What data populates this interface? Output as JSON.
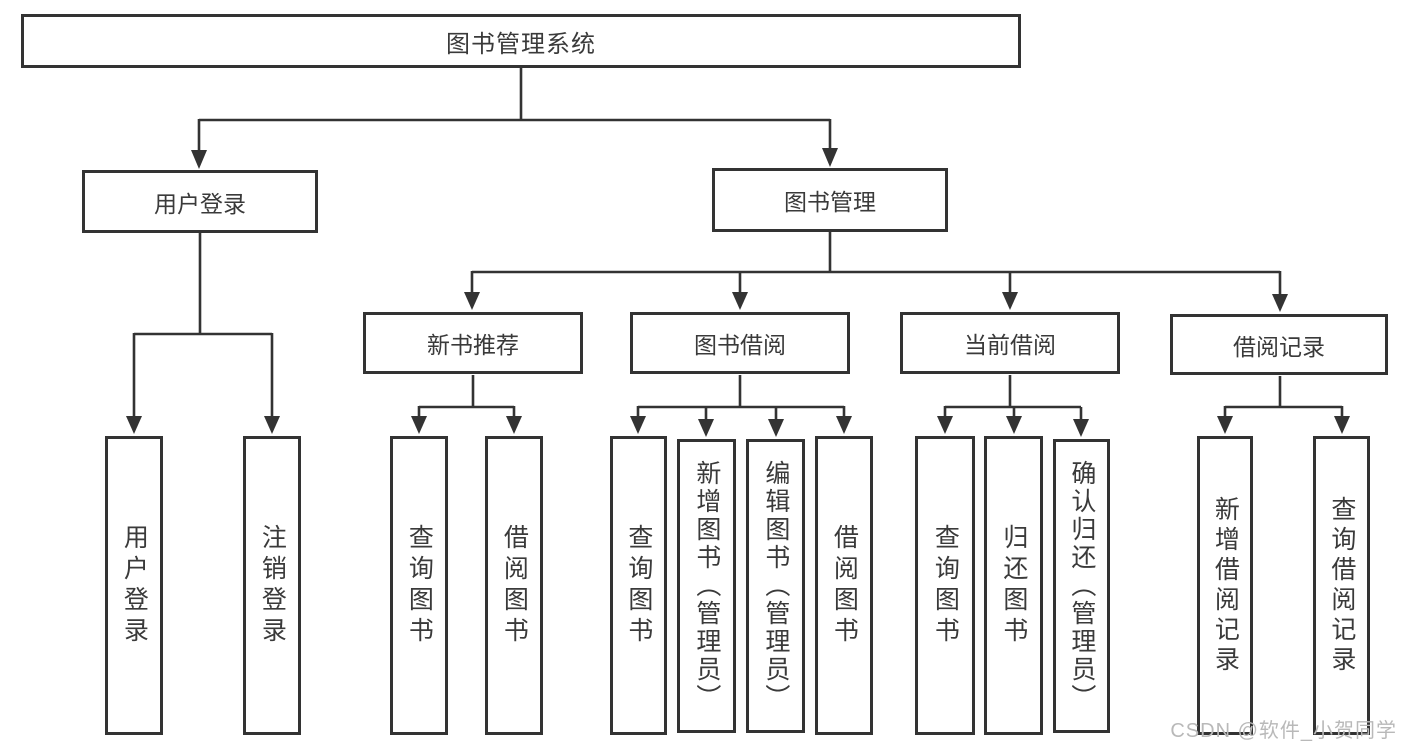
{
  "diagram": {
    "title": "图书管理系统",
    "level2": {
      "user_login": "用户登录",
      "book_mgmt": "图书管理"
    },
    "level3": {
      "new_book_rec": "新书推荐",
      "book_borrow": "图书借阅",
      "current_borrow": "当前借阅",
      "borrow_records": "借阅记录"
    },
    "leaves": {
      "user_login": [
        "用户登录",
        "注销登录"
      ],
      "new_book_rec": [
        "查询图书",
        "借阅图书"
      ],
      "book_borrow": [
        "查询图书",
        "新增图书（管理员）",
        "编辑图书（管理员）",
        "借阅图书"
      ],
      "current_borrow": [
        "查询图书",
        "归还图书",
        "确认归还（管理员）"
      ],
      "borrow_records": [
        "新增借阅记录",
        "查询借阅记录"
      ]
    }
  },
  "watermark": "CSDN @软件_小贺同学",
  "colors": {
    "line": "#333333",
    "text": "#3a3a3a",
    "watermark": "#b9b9b9",
    "background": "#ffffff"
  }
}
